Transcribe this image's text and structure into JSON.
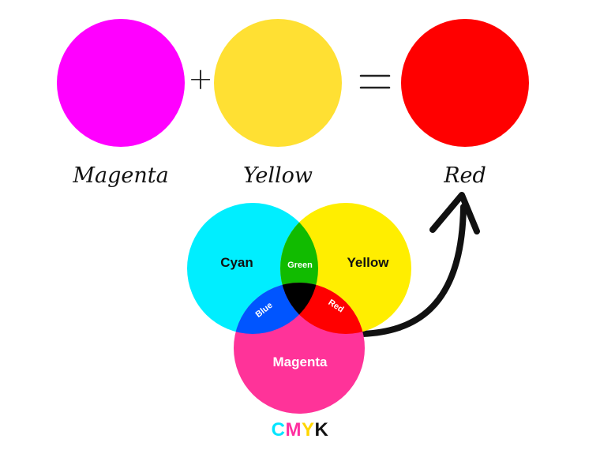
{
  "equation": {
    "operands": [
      {
        "label": "Magenta",
        "color": "#ff00ff"
      },
      {
        "label": "Yellow",
        "color": "#ffe033"
      }
    ],
    "plus_sign": "+",
    "equals_sign": "=",
    "result": {
      "label": "Red",
      "color": "#ff0000"
    }
  },
  "venn": {
    "circles": {
      "cyan": {
        "label": "Cyan",
        "color": "#00eeff"
      },
      "yellow": {
        "label": "Yellow",
        "color": "#ffee00"
      },
      "magenta": {
        "label": "Magenta",
        "color": "#ff3399"
      }
    },
    "overlaps": {
      "green": {
        "label": "Green",
        "color": "#11bb00"
      },
      "blue": {
        "label": "Blue",
        "color": "#0055ff"
      },
      "red": {
        "label": "Red",
        "color": "#ff0000"
      },
      "center": {
        "label": "",
        "color": "#000000"
      }
    }
  },
  "cmyk_title": {
    "letters": [
      {
        "char": "C",
        "color": "#00e5ff"
      },
      {
        "char": "M",
        "color": "#ff2fa0"
      },
      {
        "char": "Y",
        "color": "#ffd600"
      },
      {
        "char": "K",
        "color": "#111111"
      }
    ]
  },
  "arrow": {
    "color": "#111111"
  }
}
